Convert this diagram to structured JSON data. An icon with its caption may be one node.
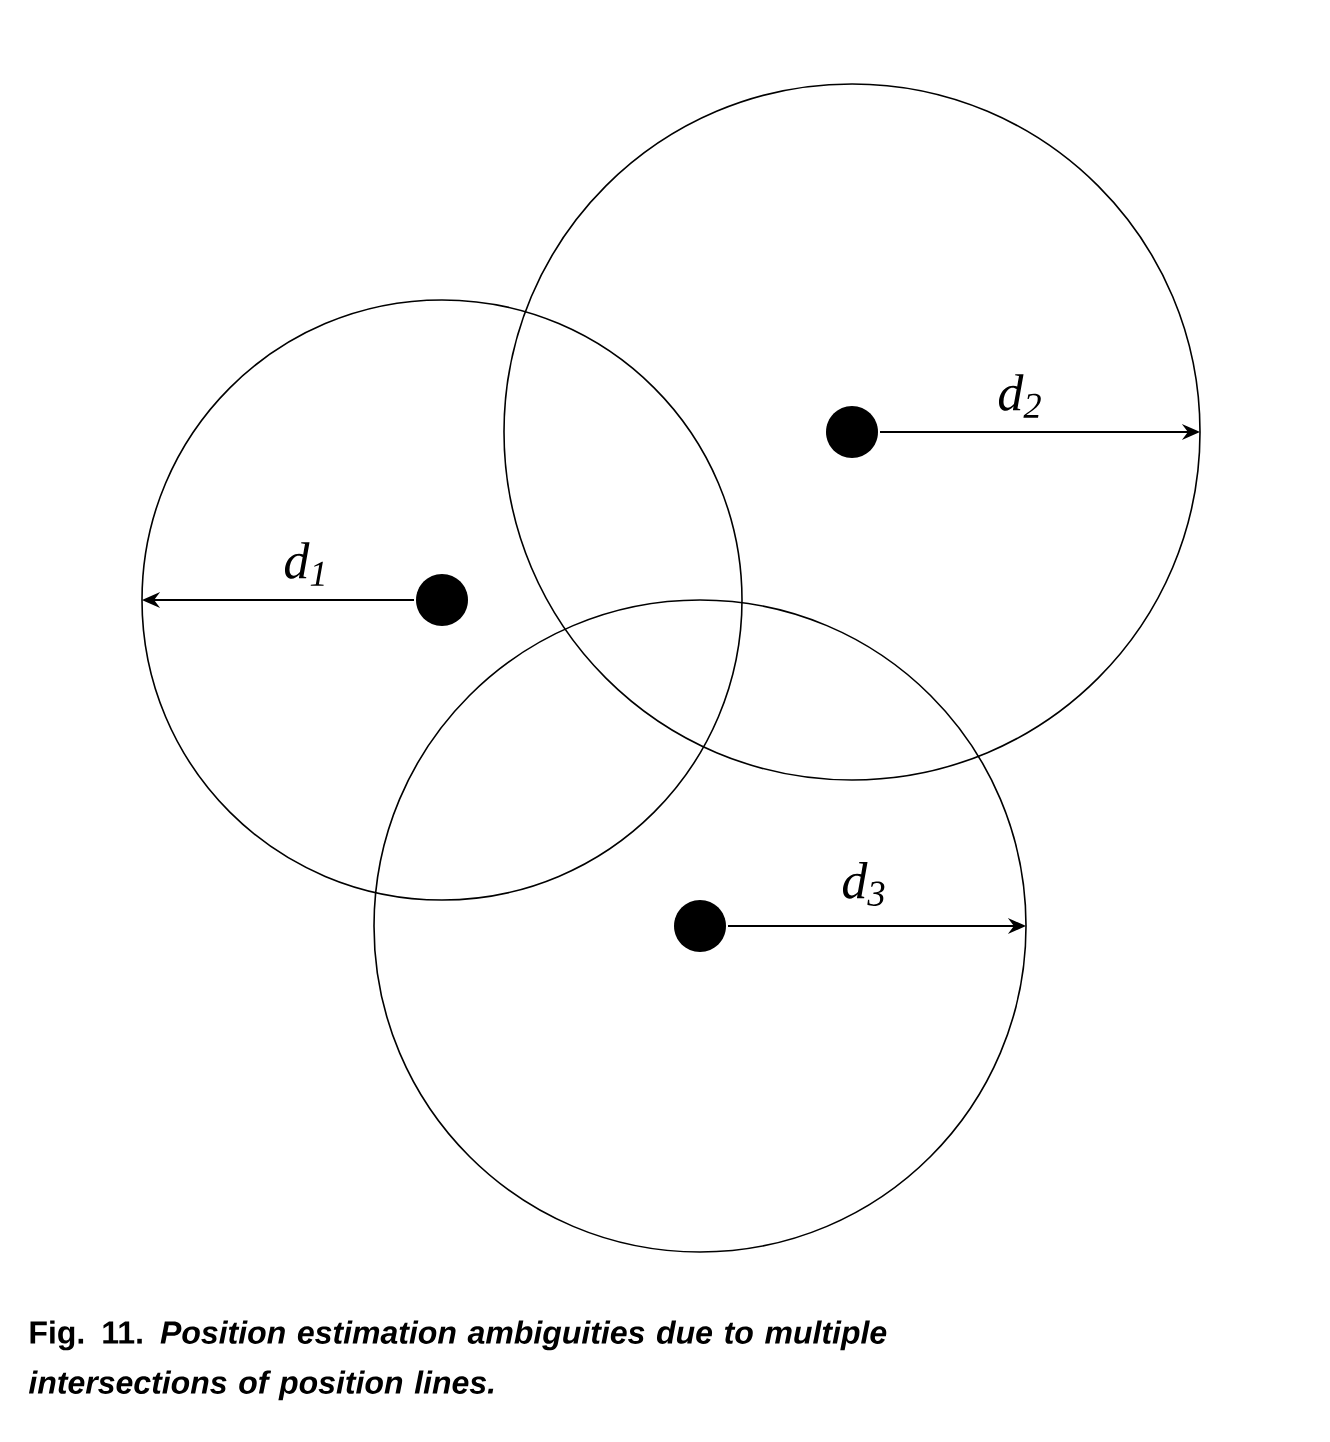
{
  "diagram": {
    "caption": "**Fig. 11.** *Position estimation ambiguities due to multiple intersections of position lines.*",
    "labels": [
      "d$_{1}$",
      "d$_{2}$",
      "d$_{3}$"
    ]
  }
}
